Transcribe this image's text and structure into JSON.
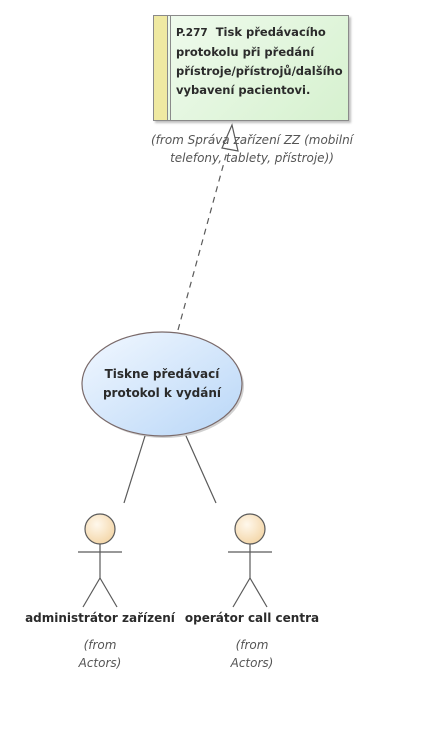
{
  "requirement": {
    "number": "P.277",
    "title_line1": "Tisk předávacího",
    "title_line2": "protokolu při předání",
    "title_line3": "přístroje/přístrojů/dalšího",
    "title_line4": "vybavení pacientovi.",
    "from_line1": "(from Správa zařízení ZZ (mobilní",
    "from_line2": "telefony, tablety, přístroje))"
  },
  "use_case": {
    "line1": "Tiskne předávací",
    "line2": "protokol k vydání"
  },
  "actors": [
    {
      "name": "administrátor zařízení",
      "from_line1": "(from",
      "from_line2": "Actors)"
    },
    {
      "name": "operátor call centra",
      "from_line1": "(from",
      "from_line2": "Actors)"
    }
  ],
  "colors": {
    "requirement_fill": "#d6f1cf",
    "requirement_stripe": "#efe9a2",
    "use_case_fill": "#cfe3fb",
    "actor_head_fill": "#fbe6c6",
    "line": "#5a5a5a"
  }
}
